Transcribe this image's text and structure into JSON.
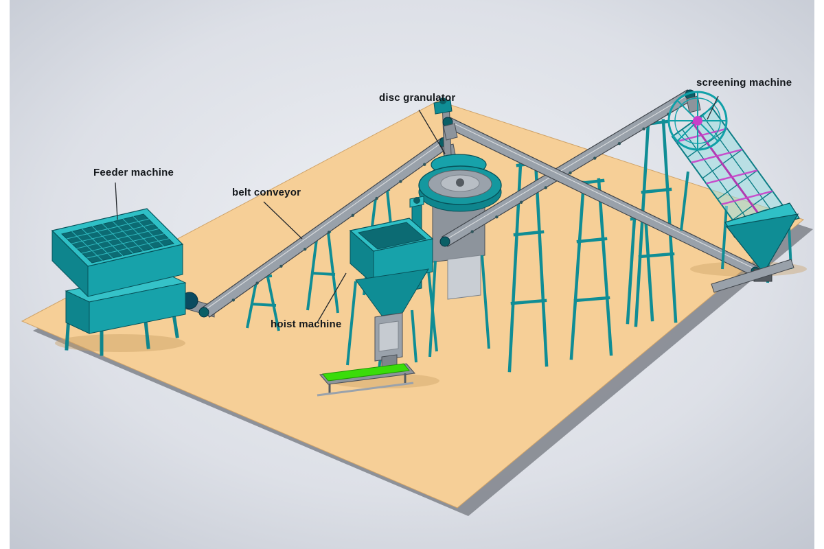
{
  "scene": {
    "type": "3d-isometric-equipment-rendering",
    "subject": "fertilizer production line",
    "colors": {
      "side_bars": "#ffffff",
      "background_center": "#edeff3",
      "background_edge": "#c4c9d3",
      "floor": "#f6cf97",
      "floor_shadow": "#71757e",
      "machine_teal": "#16a0a8",
      "machine_teal_dark": "#0e858d",
      "machine_teal_light": "#2fc0c6",
      "belt_gray": "#99a1aa",
      "steel_gray": "#8d949c",
      "accent_magenta": "#c93fc9",
      "accent_green": "#3bdc0a",
      "label_text": "#14181c"
    }
  },
  "labels": {
    "feeder": "Feeder machine",
    "belt_conveyor": "belt conveyor",
    "disc_granulator": "disc granulator",
    "hoist": "hoist machine",
    "screening": "screening machine"
  }
}
